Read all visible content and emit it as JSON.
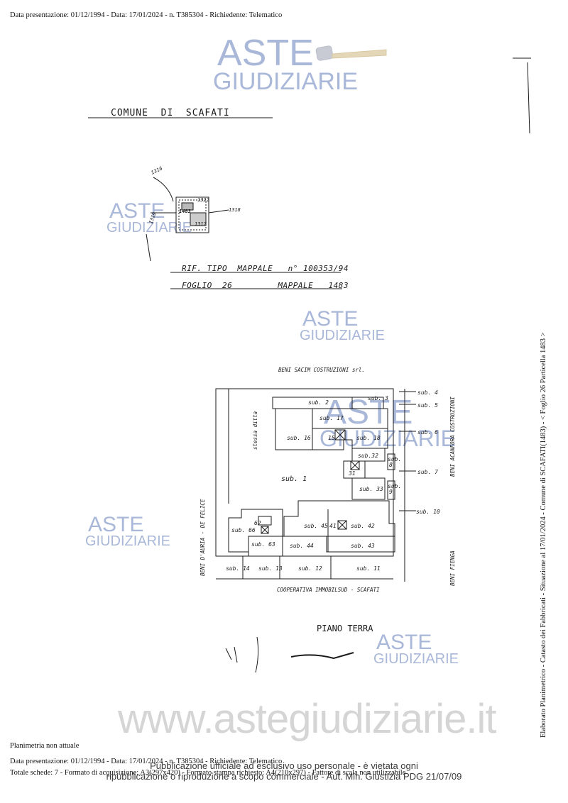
{
  "header": {
    "line": "Data presentazione: 01/12/1994 - Data: 17/01/2024 - n. T385304 - Richiedente: Telematico"
  },
  "watermark": {
    "brand_top": "ASTE",
    "brand_bottom": "GIUDIZIARIE",
    "site": "www.astegiudiziarie.it",
    "color": "#a9b7d8"
  },
  "plan": {
    "comune": "COMUNE  DI  SCAFATI",
    "rif_tipo": "RIF. TIPO  MAPPALE   n° 100353/94",
    "foglio_line": "FOGLIO  26         MAPPALE   1483",
    "loc": {
      "n1": "1316",
      "n2": "1483",
      "n3": "1318",
      "n4": "1317",
      "n5": "1319",
      "n6": "1322"
    },
    "border_top": "BENI  SACIM  COSTRUZIONI  srl.",
    "border_bottom": "COOPERATIVA   IMMOBILSUD - SCAFATI",
    "border_left": "BENI  D'AURIA - DE FELICE",
    "border_right_top": "BENI  ACANFORA  COSTRUZIONI",
    "border_right_bottom": "BENI  FIENGA",
    "stessa_ditta": "stessa  ditta",
    "floor_label": "PIANO   TERRA",
    "subs": {
      "s1": "sub. 1",
      "s2": "sub. 2",
      "s3": "sub. 3",
      "s4": "sub. 4",
      "s5": "sub. 5",
      "s6": "sub. 6",
      "s7": "sub. 7",
      "s8": "sub.",
      "s8n": "8",
      "s9": "sub.",
      "s9n": "9",
      "s10": "sub. 10",
      "s11": "sub. 11",
      "s12": "sub. 12",
      "s13": "sub. 13",
      "s14": "sub. 14",
      "s15": "15",
      "s16": "sub. 16",
      "s17": "sub. 17",
      "s18": "sub. 18",
      "s31": "31",
      "s32": "sub.32",
      "s33": "sub. 33",
      "s41": "41",
      "s42": "sub. 42",
      "s43": "sub. 43",
      "s44": "sub. 44",
      "s45": "sub. 45",
      "s62": "62",
      "s63": "sub. 63",
      "s66": "sub. 66"
    }
  },
  "side_text": "Elaborato Planimetrico - Catasto dei Fabbricati - Situazione al 17/01/2024 - Comune di SCAFATI(1483) - < Foglio 26 Particella 1483 >",
  "footer": {
    "status": "Planimetria non attuale",
    "line1": "Data presentazione: 01/12/1994 - Data: 17/01/2024 - n. T385304 - Richiedente: Telematico",
    "line2": "Totale schede: 7 - Formato di acquisizione: A3(297x420) - Formato stampa richiesto: A4(210x297) - Fattore di scala non utilizzabile",
    "pub1": "Pubblicazione ufficiale ad esclusivo uso personale - è vietata ogni",
    "pub2": "ripubblicazione o riproduzione a scopo commerciale - Aut. Min. Giustizia PDG 21/07/09"
  }
}
